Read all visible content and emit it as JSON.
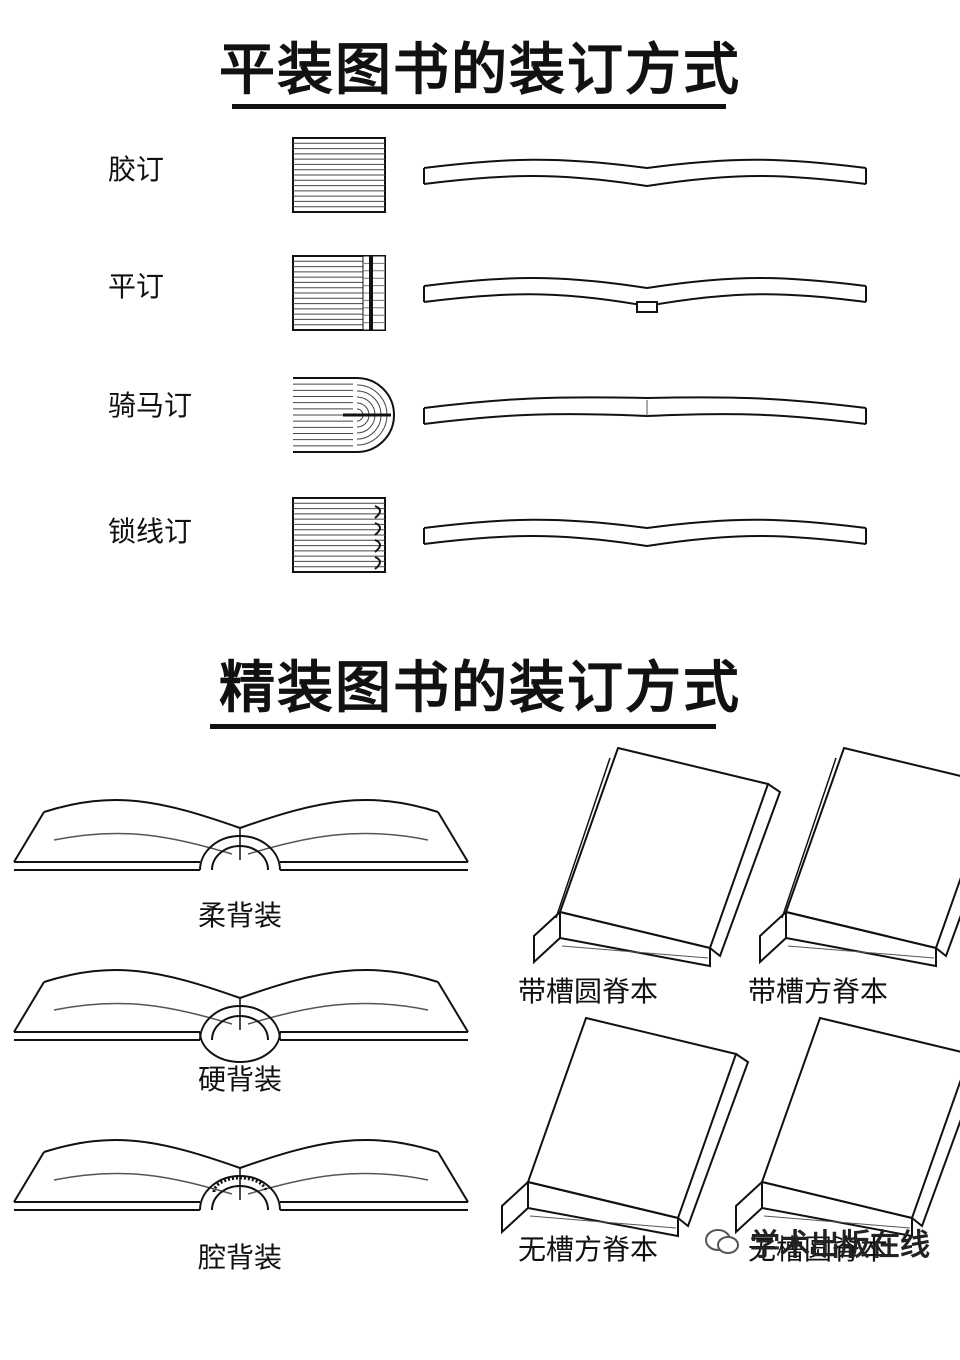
{
  "section1": {
    "title": "平装图书的装订方式",
    "rows": [
      {
        "label": "胶订",
        "binding": "perfect"
      },
      {
        "label": "平订",
        "binding": "side-stitch"
      },
      {
        "label": "骑马订",
        "binding": "saddle-stitch"
      },
      {
        "label": "锁线订",
        "binding": "sewn"
      }
    ]
  },
  "section2": {
    "title": "精装图书的装订方式",
    "spines": [
      "柔背装",
      "硬背装",
      "腔背装"
    ],
    "books": [
      "带槽圆脊本",
      "带槽方脊本",
      "无槽方脊本",
      "无槽圆脊本"
    ]
  },
  "watermark": "学术出版在线"
}
